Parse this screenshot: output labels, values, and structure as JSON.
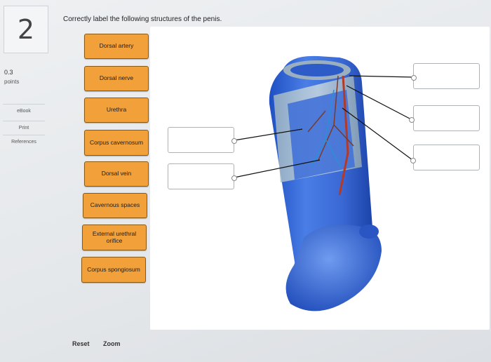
{
  "question": {
    "number": "2",
    "points_value": "0.3",
    "points_label": "points",
    "prompt": "Correctly label the following structures of the penis."
  },
  "sidebar": {
    "links": [
      {
        "label": "eBook"
      },
      {
        "label": "Print"
      },
      {
        "label": "References"
      }
    ]
  },
  "labels": [
    {
      "text": "Dorsal artery"
    },
    {
      "text": "Dorsal nerve"
    },
    {
      "text": "Urethra"
    },
    {
      "text": "Corpus cavernosum"
    },
    {
      "text": "Dorsal vein"
    },
    {
      "text": "Cavernous spaces"
    },
    {
      "text": "External urethral orifice"
    },
    {
      "text": "Corpus spongiosum"
    }
  ],
  "footer": {
    "reset": "Reset",
    "zoom": "Zoom"
  },
  "colors": {
    "label_fill": "#f2a03a",
    "label_border": "#8a5a14",
    "tissue_blue": "#3d6fd8",
    "artery_red": "#b23a2a"
  }
}
